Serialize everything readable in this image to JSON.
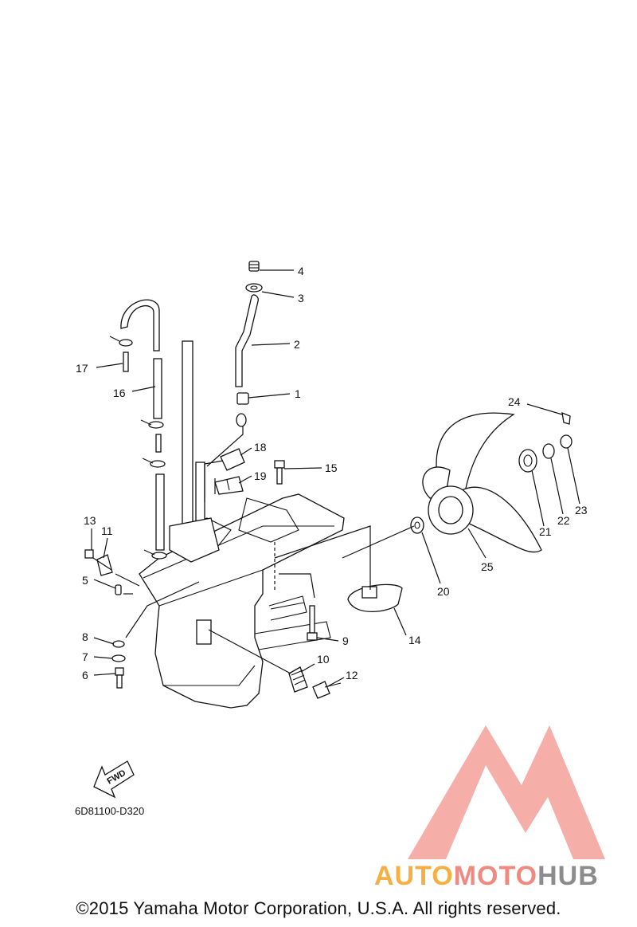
{
  "diagram": {
    "drawing_code": "6D81100-D320",
    "fwd_label": "FWD",
    "copyright": "©2015 Yamaha Motor Corporation, U.S.A. All rights reserved.",
    "watermark": {
      "part1": "AUTO",
      "part2": "MOTO",
      "part3": "HUB",
      "colors": {
        "auto": "#f5b041",
        "moto": "#f08a80",
        "hub": "#8c8c8c",
        "logo": "#f4a19a"
      }
    },
    "callouts": [
      "1",
      "2",
      "3",
      "4",
      "5",
      "6",
      "7",
      "8",
      "9",
      "10",
      "11",
      "12",
      "13",
      "14",
      "15",
      "16",
      "17",
      "18",
      "19",
      "20",
      "21",
      "22",
      "23",
      "24",
      "25"
    ]
  }
}
